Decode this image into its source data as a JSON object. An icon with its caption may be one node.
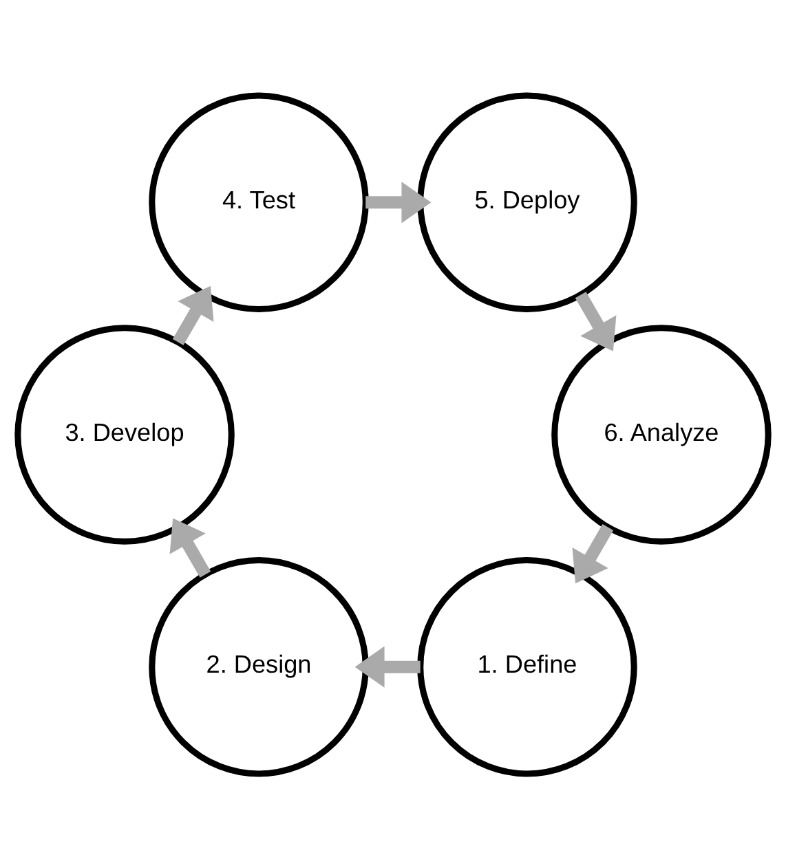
{
  "diagram": {
    "nodes": [
      {
        "text": [
          "1. Define"
        ]
      },
      {
        "text": [
          "2. Design"
        ]
      },
      {
        "text": [
          "3. Develop"
        ]
      },
      {
        "text": [
          "4. Test"
        ]
      },
      {
        "text": [
          "5. Deploy"
        ]
      },
      {
        "text": [
          "6. Analyze"
        ]
      }
    ],
    "edges": [
      {
        "from": 0,
        "to": 1,
        "arrow": "to"
      },
      {
        "from": 1,
        "to": 2,
        "arrow": "to"
      },
      {
        "from": 2,
        "to": 3,
        "arrow": "to"
      },
      {
        "from": 3,
        "to": 4,
        "arrow": "to"
      },
      {
        "from": 4,
        "to": 5,
        "arrow": "to"
      },
      {
        "from": 5,
        "to": 0,
        "arrow": "to"
      }
    ]
  }
}
